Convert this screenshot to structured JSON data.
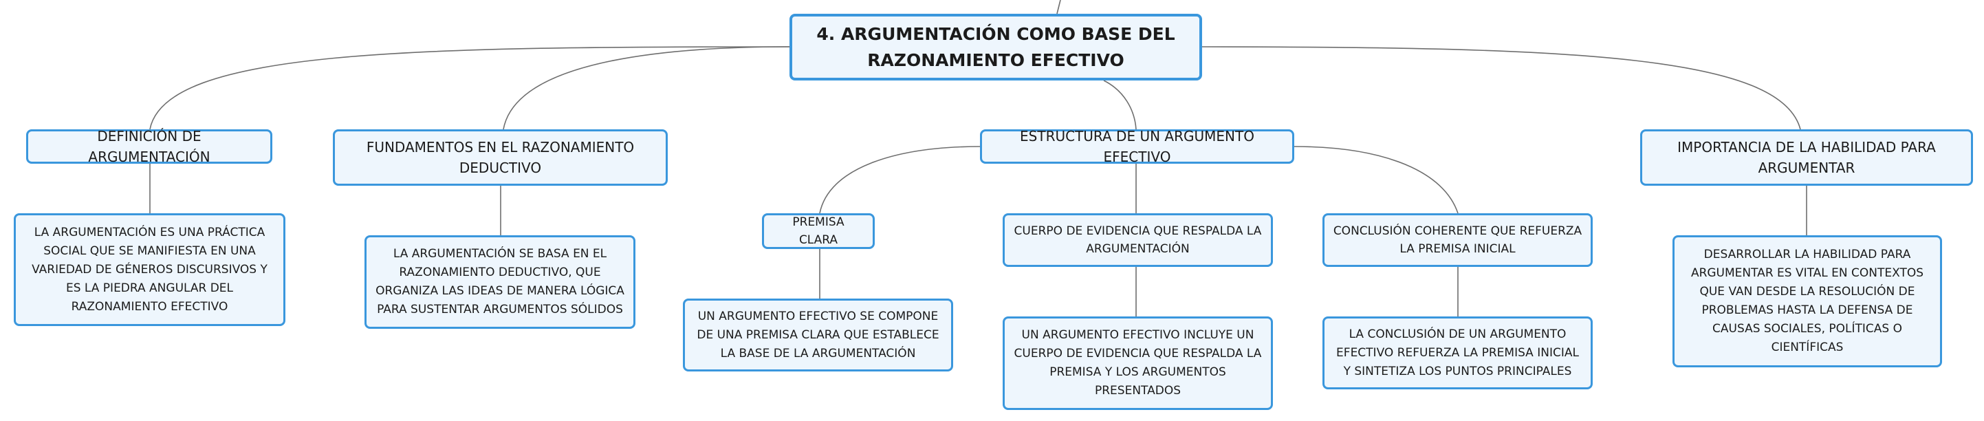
{
  "root": {
    "label": "4. ARGUMENTACIÓN COMO BASE DEL RAZONAMIENTO EFECTIVO"
  },
  "branches": [
    {
      "label": "DEFINICIÓN DE ARGUMENTACIÓN",
      "detail": "LA ARGUMENTACIÓN ES UNA PRÁCTICA SOCIAL QUE SE MANIFIESTA EN UNA VARIEDAD DE GÉNEROS DISCURSIVOS Y ES LA PIEDRA ANGULAR DEL RAZONAMIENTO EFECTIVO"
    },
    {
      "label": "FUNDAMENTOS EN EL RAZONAMIENTO DEDUCTIVO",
      "detail": "LA ARGUMENTACIÓN SE BASA EN EL RAZONAMIENTO DEDUCTIVO, QUE ORGANIZA LAS IDEAS DE MANERA LÓGICA PARA SUSTENTAR ARGUMENTOS SÓLIDOS"
    },
    {
      "label": "ESTRUCTURA DE UN ARGUMENTO EFECTIVO",
      "children": [
        {
          "label": "PREMISA CLARA",
          "detail": "UN ARGUMENTO EFECTIVO SE COMPONE DE UNA PREMISA CLARA QUE ESTABLECE LA BASE DE LA ARGUMENTACIÓN"
        },
        {
          "label": "CUERPO DE EVIDENCIA QUE RESPALDA LA ARGUMENTACIÓN",
          "detail": "UN ARGUMENTO EFECTIVO INCLUYE UN CUERPO DE EVIDENCIA QUE RESPALDA LA PREMISA Y LOS ARGUMENTOS PRESENTADOS"
        },
        {
          "label": "CONCLUSIÓN COHERENTE QUE REFUERZA LA PREMISA INICIAL",
          "detail": "LA CONCLUSIÓN DE UN ARGUMENTO EFECTIVO REFUERZA LA PREMISA INICIAL Y SINTETIZA LOS PUNTOS PRINCIPALES"
        }
      ]
    },
    {
      "label": "IMPORTANCIA DE LA HABILIDAD PARA ARGUMENTAR",
      "detail": "DESARROLLAR LA HABILIDAD PARA ARGUMENTAR ES VITAL EN CONTEXTOS QUE VAN DESDE LA RESOLUCIÓN DE PROBLEMAS HASTA LA DEFENSA DE CAUSAS SOCIALES, POLÍTICAS O CIENTÍFICAS"
    }
  ],
  "colors": {
    "node_border": "#3a97dd",
    "node_fill": "#eef6fd",
    "connector": "#6e6e6e"
  }
}
